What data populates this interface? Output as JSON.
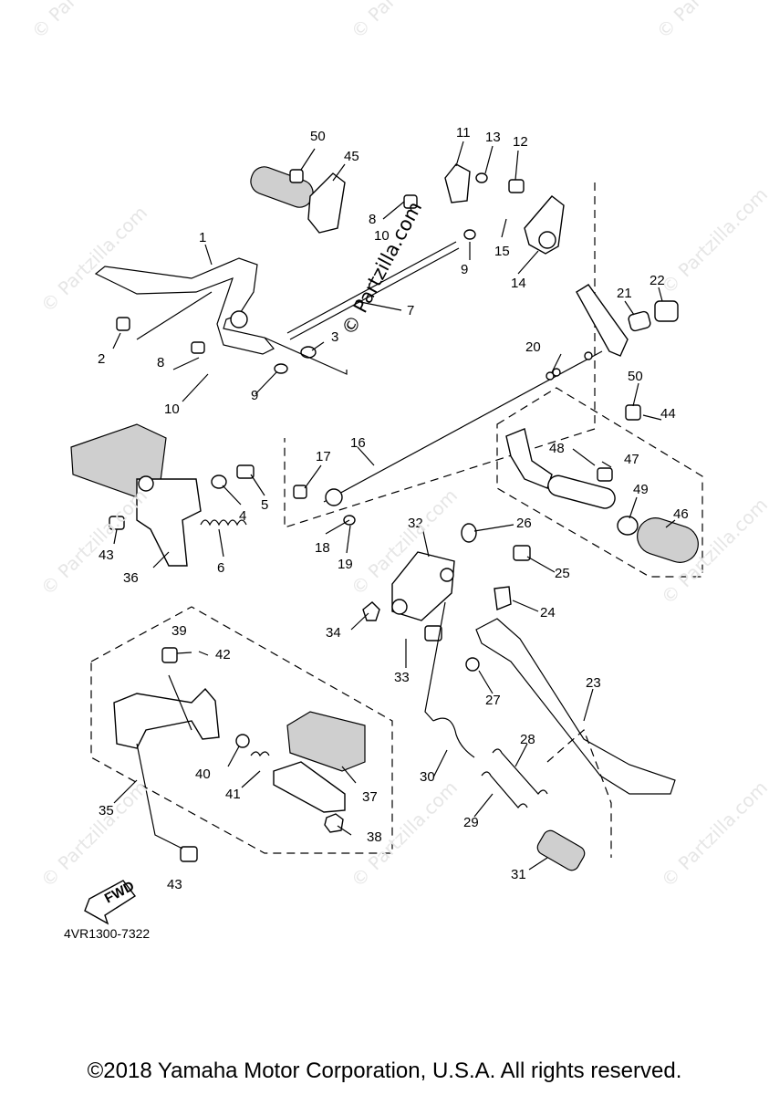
{
  "copyright": "©2018 Yamaha Motor Corporation, U.S.A. All rights reserved.",
  "diagram_code": "4VR1300-7322",
  "watermark": "© Partzilla.com",
  "center_watermark": "© Partzilla.com",
  "fwd_label": "FWD",
  "callouts": [
    "1",
    "2",
    "3",
    "4",
    "5",
    "6",
    "7",
    "8",
    "9",
    "10",
    "11",
    "12",
    "13",
    "14",
    "15",
    "16",
    "17",
    "18",
    "19",
    "20",
    "21",
    "22",
    "23",
    "24",
    "25",
    "26",
    "27",
    "28",
    "29",
    "30",
    "31",
    "32",
    "33",
    "34",
    "35",
    "36",
    "37",
    "38",
    "39",
    "40",
    "41",
    "42",
    "43",
    "44",
    "45",
    "46",
    "47",
    "48",
    "49",
    "50"
  ]
}
